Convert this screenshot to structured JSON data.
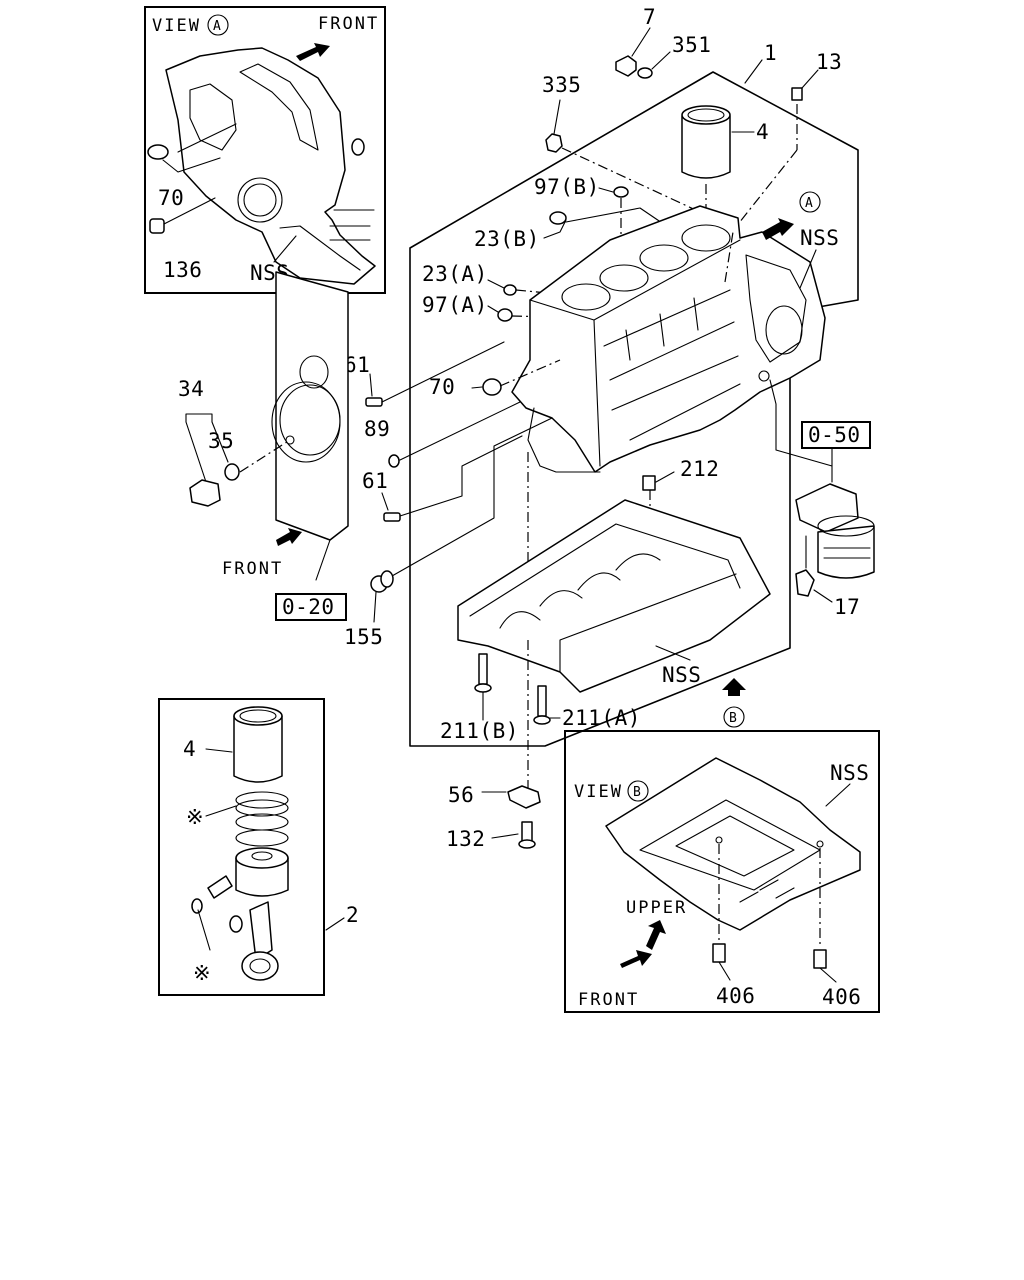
{
  "view_a": {
    "title": "VIEW",
    "letter": "A",
    "front": "FRONT",
    "callouts": {
      "p70": "70",
      "p136": "136",
      "nss": "NSS"
    }
  },
  "view_b": {
    "title": "VIEW",
    "letter": "B",
    "upper": "UPPER",
    "front": "FRONT",
    "callouts": {
      "nss": "NSS",
      "p406a": "406",
      "p406b": "406"
    }
  },
  "main": {
    "callouts": {
      "p1": "1",
      "p4": "4",
      "p7": "7",
      "p351": "351",
      "p13": "13",
      "p335": "335",
      "p97b": "97(B)",
      "p23b": "23(B)",
      "p23a": "23(A)",
      "p97a": "97(A)",
      "p61a": "61",
      "p89": "89",
      "p61b": "61",
      "p70": "70",
      "p34": "34",
      "p35": "35",
      "front": "FRONT",
      "ref020": "0-20",
      "p155": "155",
      "p212": "212",
      "ref050": "0-50",
      "p17": "17",
      "nss_top": "NSS",
      "nss_lower": "NSS",
      "marker_a": "A",
      "marker_b": "B",
      "p211b": "211(B)",
      "p211a": "211(A)",
      "p56": "56",
      "p132": "132"
    }
  },
  "piston_kit": {
    "callouts": {
      "p4": "4",
      "star1": "※",
      "star2": "※",
      "p2": "2"
    }
  }
}
